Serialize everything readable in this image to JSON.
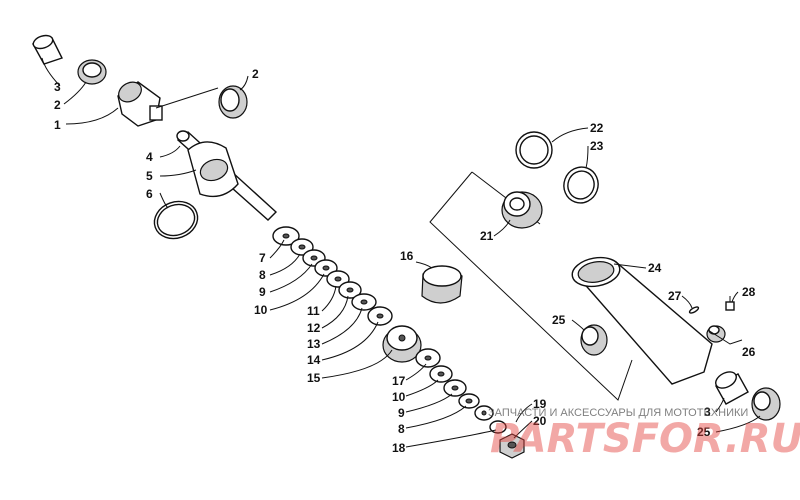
{
  "labels": {
    "l1": "1",
    "l2a": "2",
    "l2b": "2",
    "l3a": "3",
    "l4": "4",
    "l5": "5",
    "l6": "6",
    "l7": "7",
    "l8a": "8",
    "l9a": "9",
    "l10a": "10",
    "l11": "11",
    "l12": "12",
    "l13": "13",
    "l14": "14",
    "l15": "15",
    "l16": "16",
    "l17": "17",
    "l10b": "10",
    "l9b": "9",
    "l8b": "8",
    "l18": "18",
    "l19": "19",
    "l20": "20",
    "l21": "21",
    "l22": "22",
    "l23": "23",
    "l24": "24",
    "l25a": "25",
    "l25b": "25",
    "l26": "26",
    "l27": "27",
    "l28": "28",
    "l3b": "3"
  },
  "watermark": {
    "text": "ЗАПЧАСТИ И АКСЕССУАРЫ ДЛЯ МОТОТЕХНИКИ",
    "logo": "PARTSFOR.RU"
  }
}
